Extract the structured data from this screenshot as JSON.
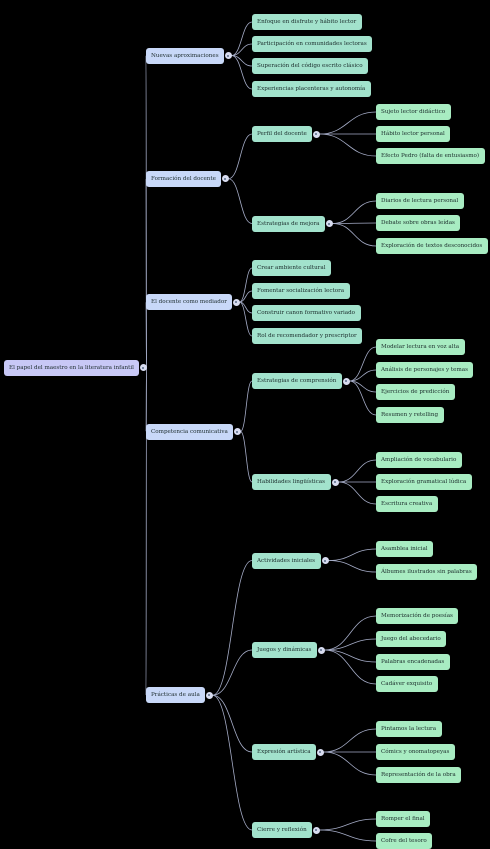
{
  "root": {
    "label": "El papel del maestro en la literatura infantil",
    "children": [
      {
        "label": "Nuevas aproximaciones",
        "children": [
          {
            "label": "Enfoque en disfrute y hábito lector"
          },
          {
            "label": "Participación en comunidades lectoras"
          },
          {
            "label": "Superación del código escrito clásico"
          },
          {
            "label": "Experiencias placenteras y autonomía"
          }
        ]
      },
      {
        "label": "Formación del docente",
        "children": [
          {
            "label": "Perfil del docente",
            "children": [
              {
                "label": "Sujeto lector didáctico"
              },
              {
                "label": "Hábito lector personal"
              },
              {
                "label": "Efecto Pedro (falta de entusiasmo)"
              }
            ]
          },
          {
            "label": "Estrategias de mejora",
            "children": [
              {
                "label": "Diarios de lectura personal"
              },
              {
                "label": "Debate sobre obras leídas"
              },
              {
                "label": "Exploración de textos desconocidos"
              }
            ]
          }
        ]
      },
      {
        "label": "El docente como mediador",
        "children": [
          {
            "label": "Crear ambiente cultural"
          },
          {
            "label": "Fomentar socialización lectora"
          },
          {
            "label": "Construir canon formativo variado"
          },
          {
            "label": "Rol de recomendador y prescriptor"
          }
        ]
      },
      {
        "label": "Competencia comunicativa",
        "children": [
          {
            "label": "Estrategias de comprensión",
            "children": [
              {
                "label": "Modelar lectura en voz alta"
              },
              {
                "label": "Análisis de personajes y temas"
              },
              {
                "label": "Ejercicios de predicción"
              },
              {
                "label": "Resumen y retelling"
              }
            ]
          },
          {
            "label": "Habilidades lingüísticas",
            "children": [
              {
                "label": "Ampliación de vocabulario"
              },
              {
                "label": "Exploración gramatical lúdica"
              },
              {
                "label": "Escritura creativa"
              }
            ]
          }
        ]
      },
      {
        "label": "Prácticas de aula",
        "children": [
          {
            "label": "Actividades iniciales",
            "children": [
              {
                "label": "Asamblea inicial"
              },
              {
                "label": "Álbumes ilustrados sin palabras"
              }
            ]
          },
          {
            "label": "Juegos y dinámicas",
            "children": [
              {
                "label": "Memorización de poesías"
              },
              {
                "label": "Juego del abecedario"
              },
              {
                "label": "Palabras encadenadas"
              },
              {
                "label": "Cadáver exquisito"
              }
            ]
          },
          {
            "label": "Expresión artística",
            "children": [
              {
                "label": "Pintamos la lectura"
              },
              {
                "label": "Cómics y onomatopeyas"
              },
              {
                "label": "Representación de la obra"
              }
            ]
          },
          {
            "label": "Cierre y reflexión",
            "children": [
              {
                "label": "Romper el final"
              },
              {
                "label": "Cofre del tesoro"
              }
            ]
          }
        ]
      }
    ]
  }
}
